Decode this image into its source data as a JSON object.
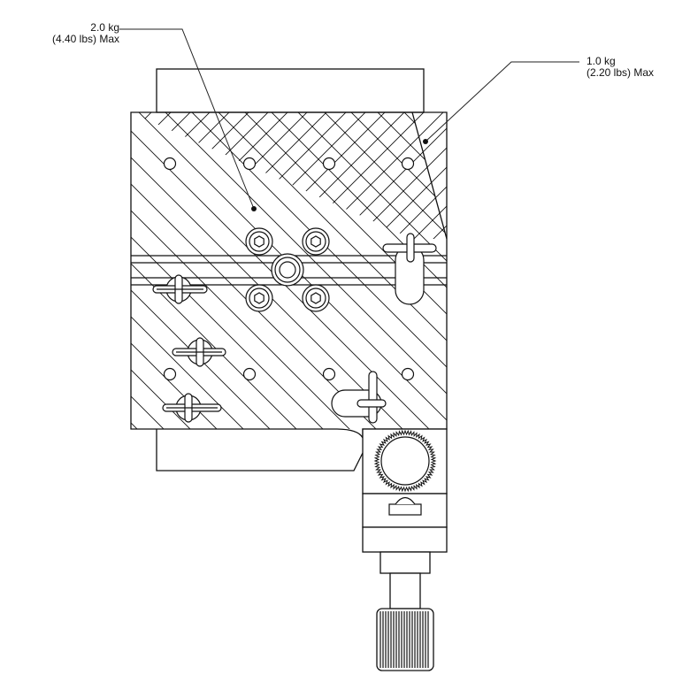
{
  "callouts": {
    "left": {
      "line1": "2.0 kg",
      "line2": "(4.40 lbs) Max"
    },
    "right": {
      "line1": "1.0 kg",
      "line2": "(2.20 lbs) Max"
    }
  },
  "colors": {
    "stroke": "#111111",
    "background": "#ffffff",
    "annotation": "#222222"
  },
  "icons": {
    "cap-screws": "hex-socket-screw-icon",
    "center-hole": "center-hole-icon",
    "adjust-knobs": "knurled-knob-icon",
    "clamps": "locking-clamp-icon"
  }
}
